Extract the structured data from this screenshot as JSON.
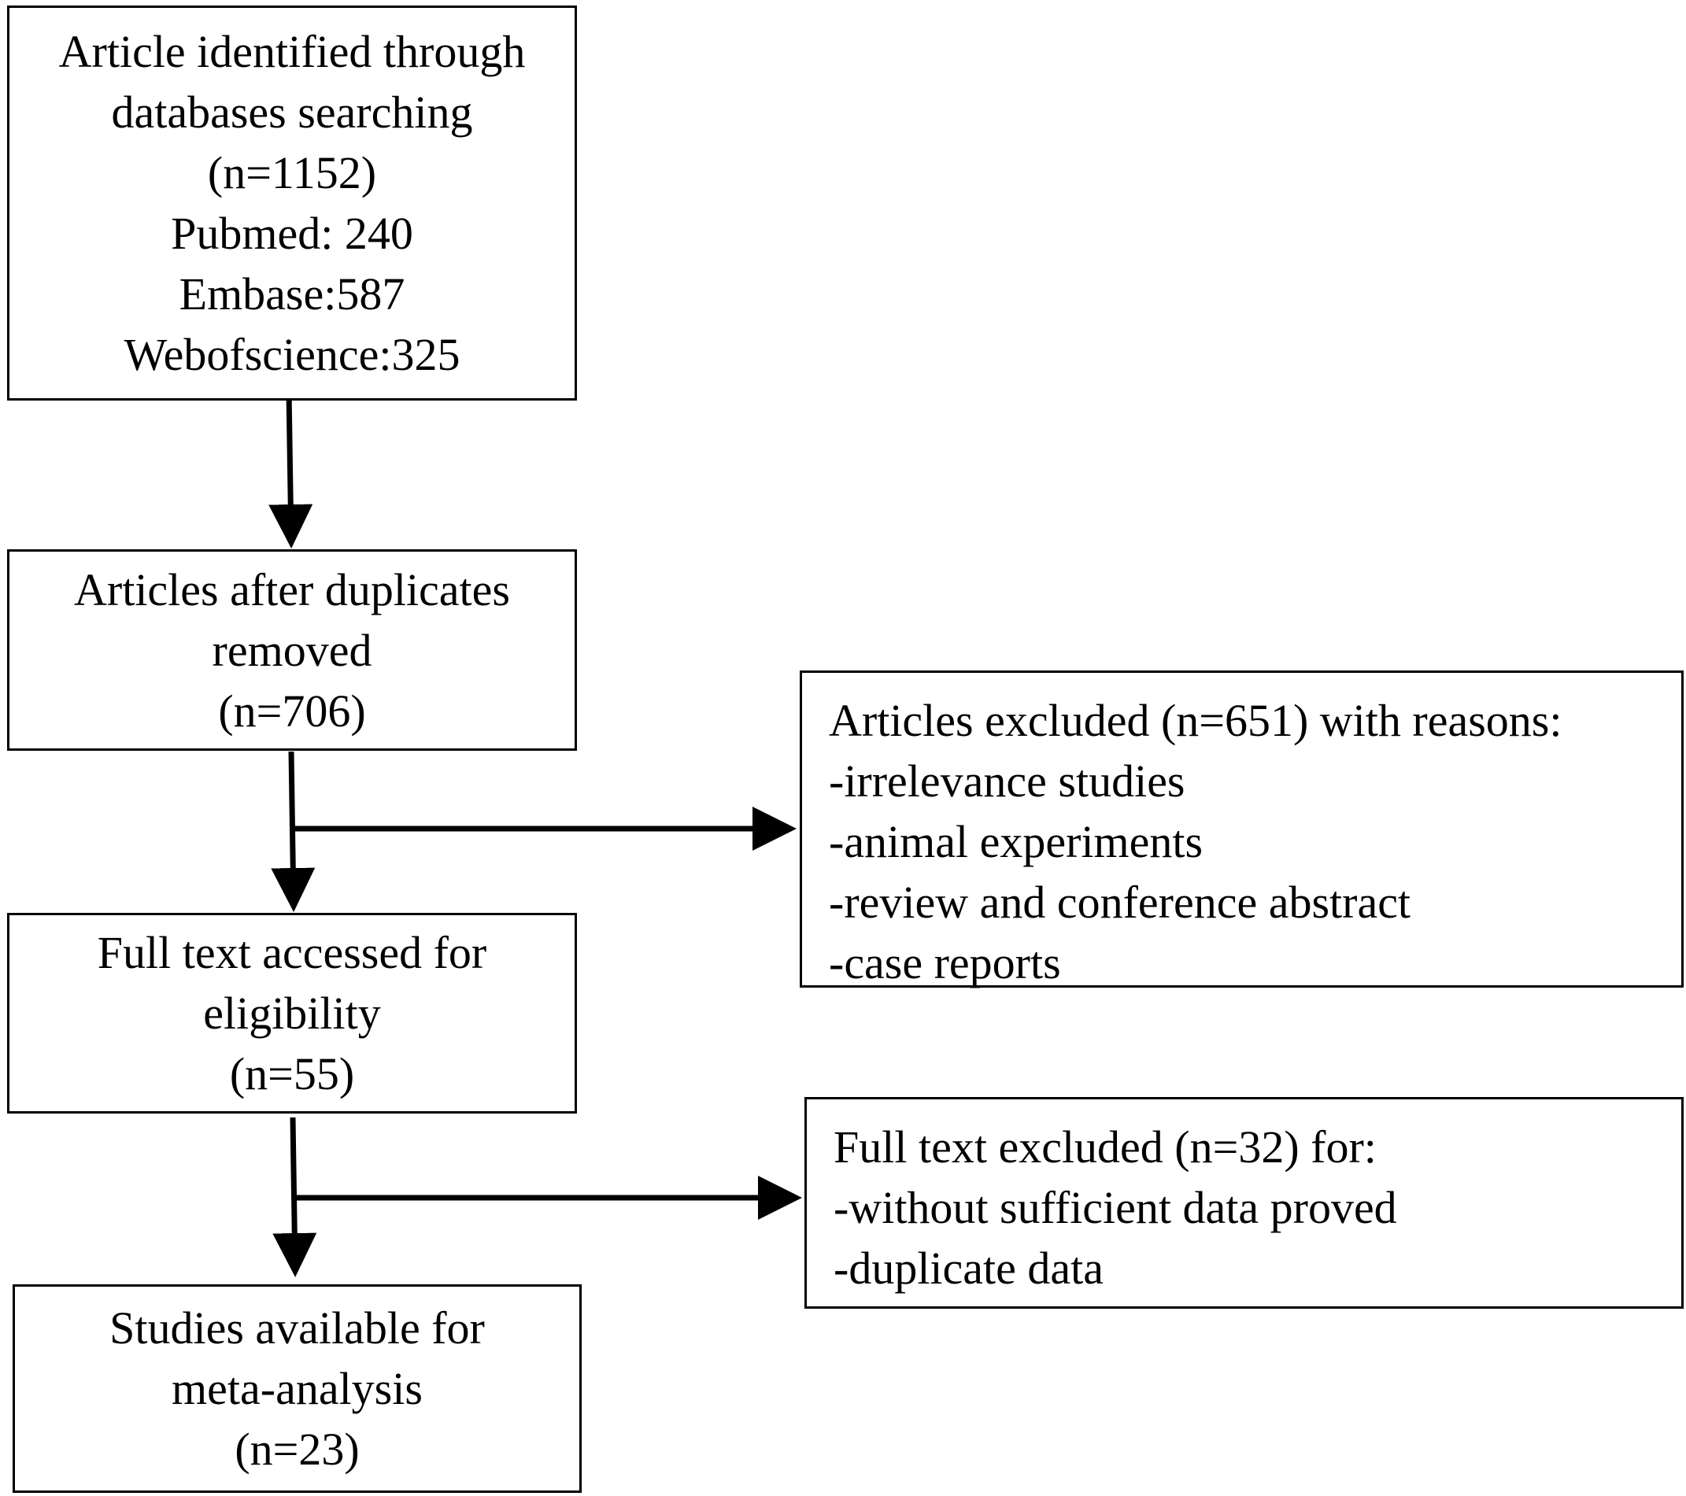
{
  "flow": {
    "identified": {
      "lines": [
        "Article identified through",
        "databases searching",
        "(n=1152)",
        "Pubmed: 240",
        "Embase:587",
        "Webofscience:325"
      ]
    },
    "after_duplicates": {
      "lines": [
        "Articles after duplicates",
        "removed",
        "(n=706)"
      ]
    },
    "full_text_assessed": {
      "lines": [
        "Full text accessed for",
        "eligibility",
        "(n=55)"
      ]
    },
    "included": {
      "lines": [
        "Studies available for",
        "meta-analysis",
        "(n=23)"
      ]
    },
    "excluded_articles": {
      "lines": [
        "Articles excluded (n=651) with reasons:",
        "-irrelevance studies",
        "-animal experiments",
        "-review and conference abstract",
        "-case reports"
      ]
    },
    "excluded_full_text": {
      "lines": [
        "Full text excluded (n=32) for:",
        "-without sufficient data proved",
        "-duplicate data"
      ]
    }
  }
}
